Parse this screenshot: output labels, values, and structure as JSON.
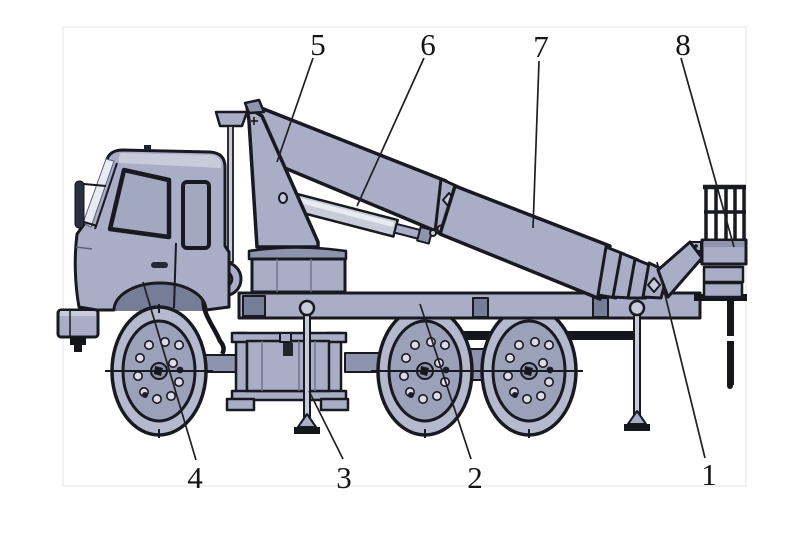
{
  "figure": {
    "kind": "technical line illustration",
    "subject": "truck-mounted-aerial-work-platform-side-view"
  },
  "callouts": [
    {
      "text": "1",
      "target": "platform-leveling-linkage"
    },
    {
      "text": "2",
      "target": "rear-wheels"
    },
    {
      "text": "3",
      "target": "front-outrigger-jack"
    },
    {
      "text": "4",
      "target": "front-wheel"
    },
    {
      "text": "5",
      "target": "boom-articulation-joint"
    },
    {
      "text": "6",
      "target": "lift-hydraulic-cylinder"
    },
    {
      "text": "7",
      "target": "telescopic-boom"
    },
    {
      "text": "8",
      "target": "work-basket"
    }
  ],
  "palette": {
    "outline": "#191921",
    "body": "#a9aec6",
    "body-dark": "#8e94ad",
    "body-darker": "#767d97",
    "body-light": "#c7cbda",
    "highlight": "#e9ebf2",
    "tire": "#b4b9cd",
    "rim": "#9ba1b8",
    "hole": "#dadde9",
    "ink": "#15151c",
    "leader": "#1f1f24",
    "label": "#141414",
    "border": "#ededf0",
    "bg": "#ffffff"
  }
}
